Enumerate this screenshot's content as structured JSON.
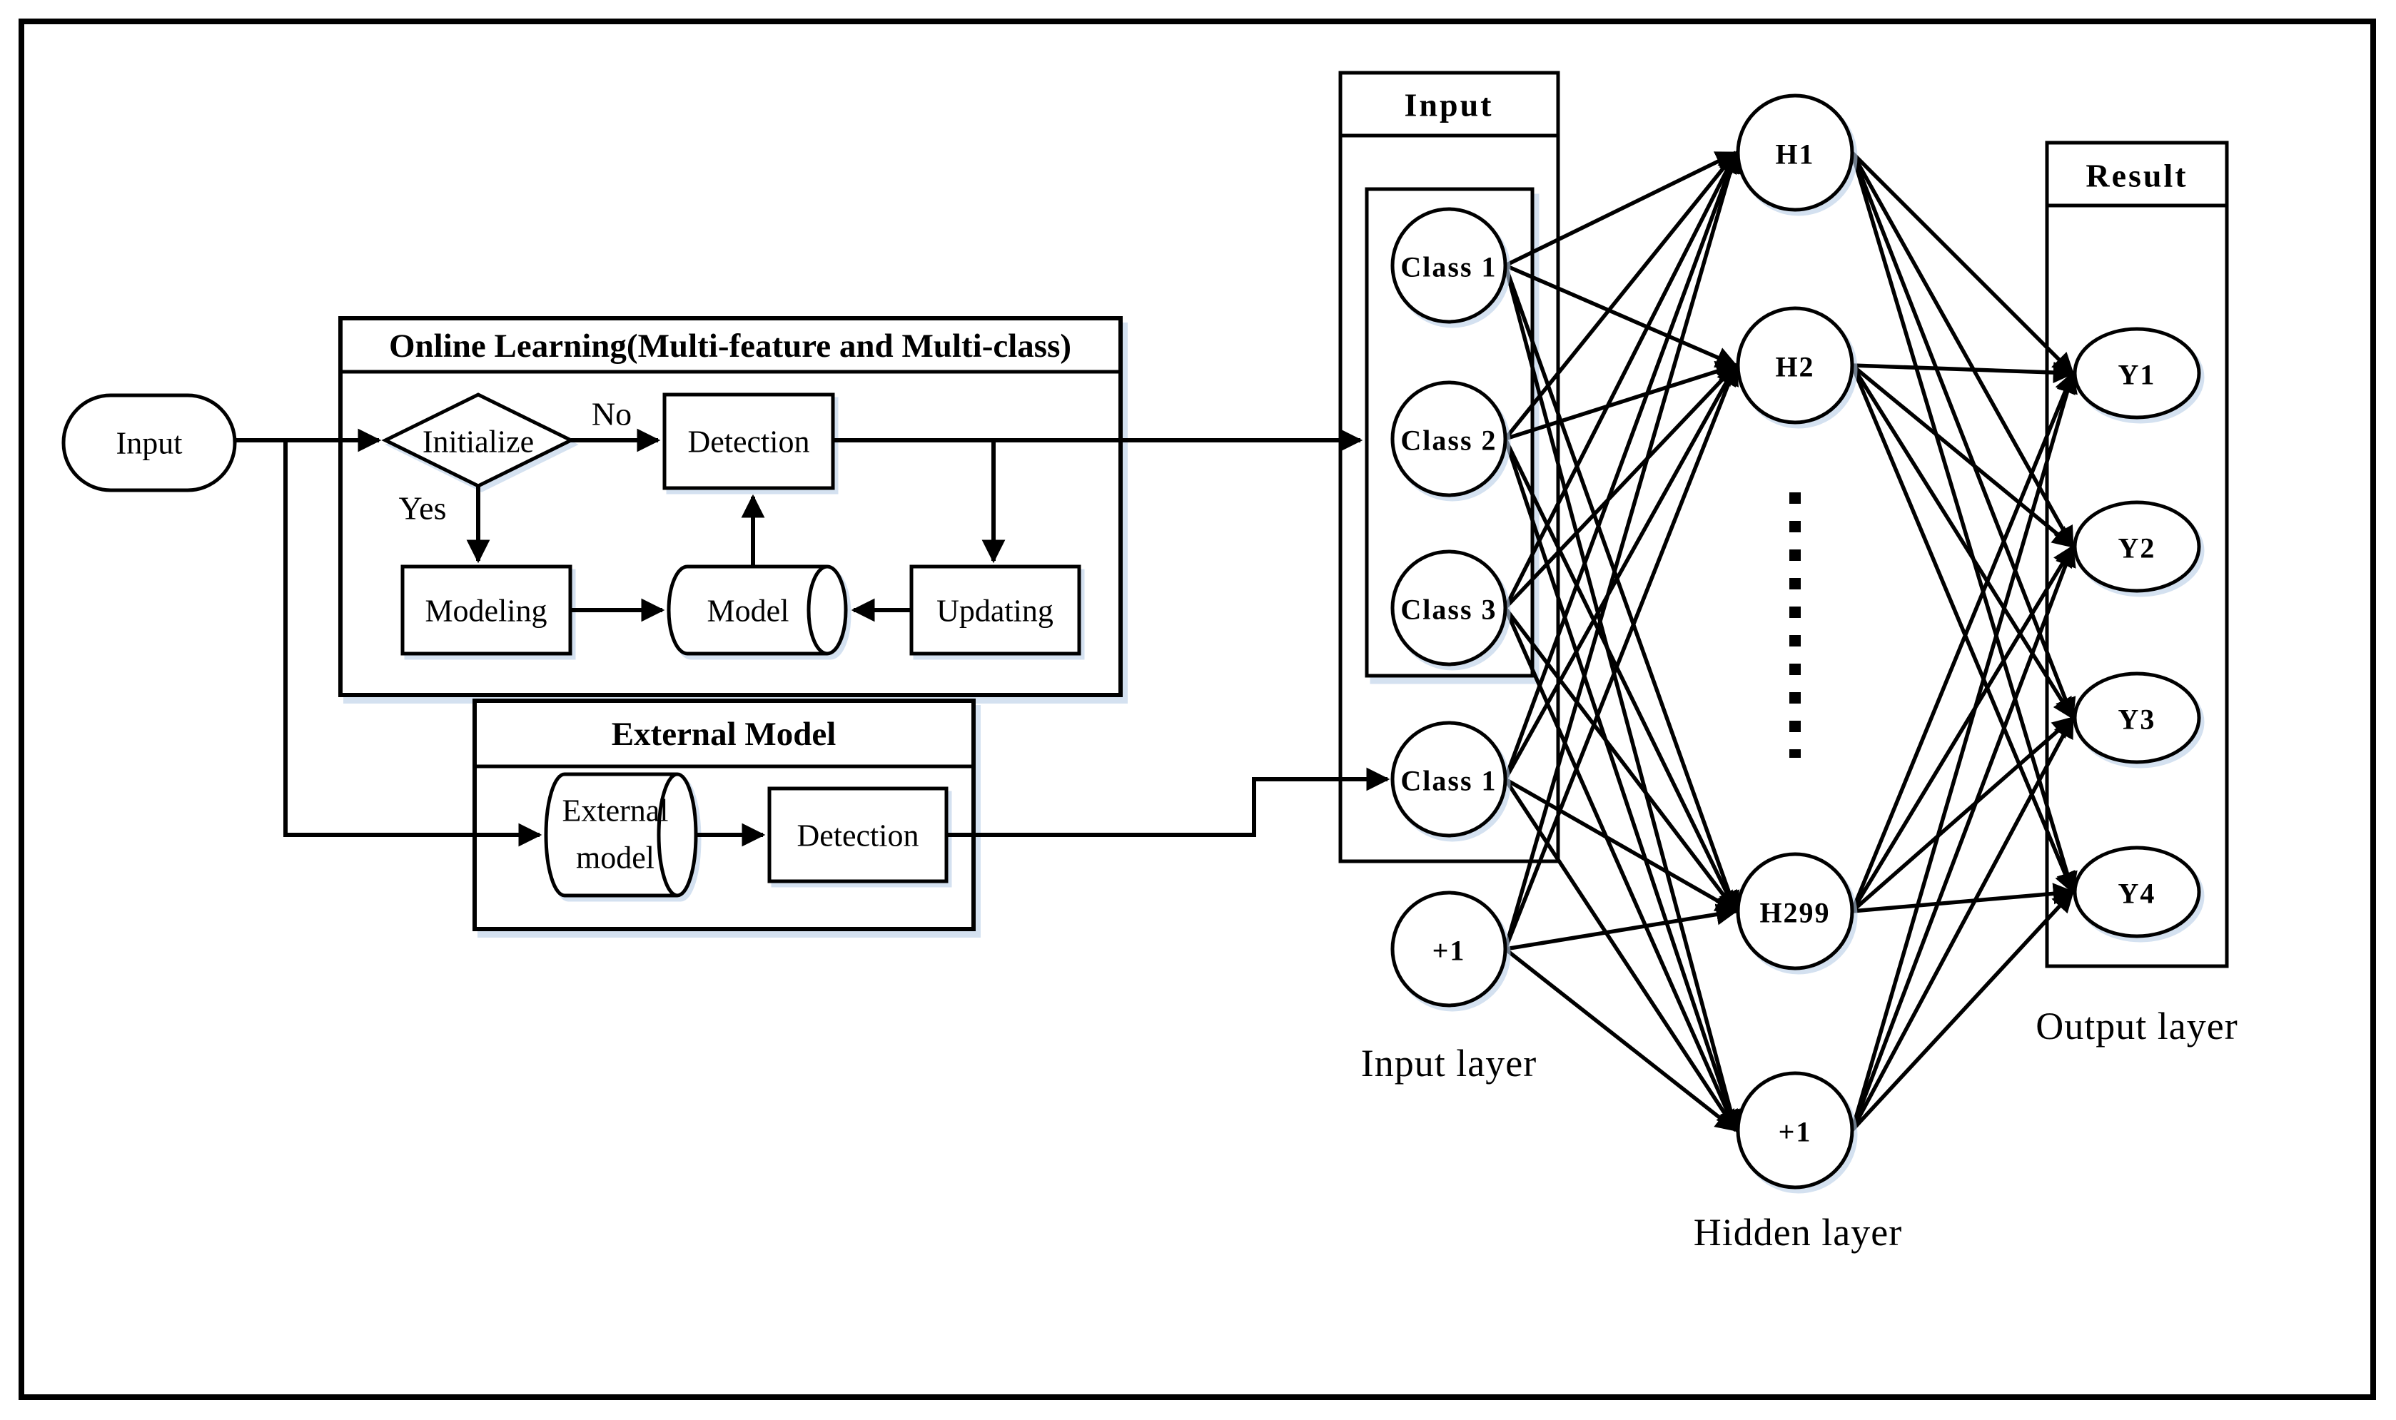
{
  "colors": {
    "ink": "#000000",
    "shadow": "#b7cde6",
    "background": "#ffffff"
  },
  "start_node": {
    "label": "Input"
  },
  "online_learning": {
    "title": "Online Learning(Multi-feature and Multi-class)",
    "initialize_label": "Initialize",
    "no_label": "No",
    "yes_label": "Yes",
    "detection_label": "Detection",
    "modeling_label": "Modeling",
    "model_label": "Model",
    "updating_label": "Updating"
  },
  "external_model": {
    "title": "External Model",
    "cylinder_label_line1": "External",
    "cylinder_label_line2": "model",
    "detection_label": "Detection"
  },
  "network": {
    "input_box": {
      "title": "Input",
      "nodes": [
        "Class 1",
        "Class 2",
        "Class 3",
        "Class 1"
      ]
    },
    "bias_input_label": "+1",
    "hidden_nodes": [
      "H1",
      "H2",
      "H299"
    ],
    "bias_hidden_label": "+1",
    "result_box": {
      "title": "Result",
      "nodes": [
        "Y1",
        "Y2",
        "Y3",
        "Y4"
      ]
    },
    "captions": {
      "input": "Input layer",
      "hidden": "Hidden layer",
      "output": "Output layer"
    }
  }
}
